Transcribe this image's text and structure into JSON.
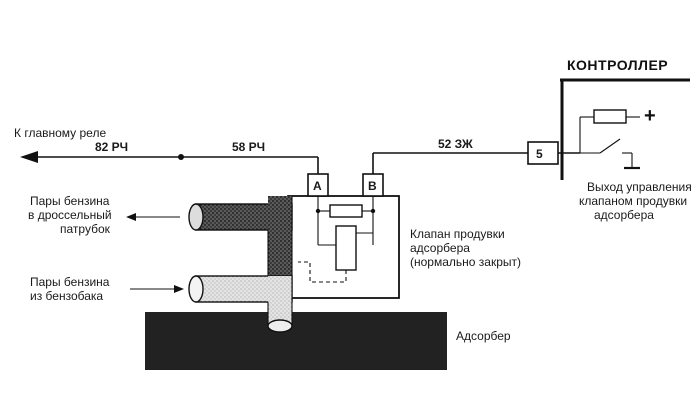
{
  "controller": {
    "title": "КОНТРОЛЛЕР",
    "pin": "5",
    "output_label": [
      "Выход управления",
      "клапаном продувки",
      "адсорбера"
    ],
    "plus_sign": "+"
  },
  "wires": {
    "main_relay_label": "К главному реле",
    "wire_82": "82 РЧ",
    "wire_58": "58 РЧ",
    "wire_52": "52 ЗЖ"
  },
  "valve": {
    "pin_a": "A",
    "pin_b": "B",
    "label": [
      "Клапан продувки",
      "адсорбера",
      "(нормально закрыт)"
    ]
  },
  "pipes": {
    "throttle_label": [
      "Пары бензина",
      "в дроссельный",
      "патрубок"
    ],
    "tank_label": [
      "Пары бензина",
      "из бензобака"
    ]
  },
  "adsorber": {
    "label": "Адсорбер"
  },
  "colors": {
    "ink": "#111111",
    "adsorber_fill": "#222222",
    "vapor_dark": "#3a3a3a",
    "vapor_light": "#d6d6d6"
  }
}
